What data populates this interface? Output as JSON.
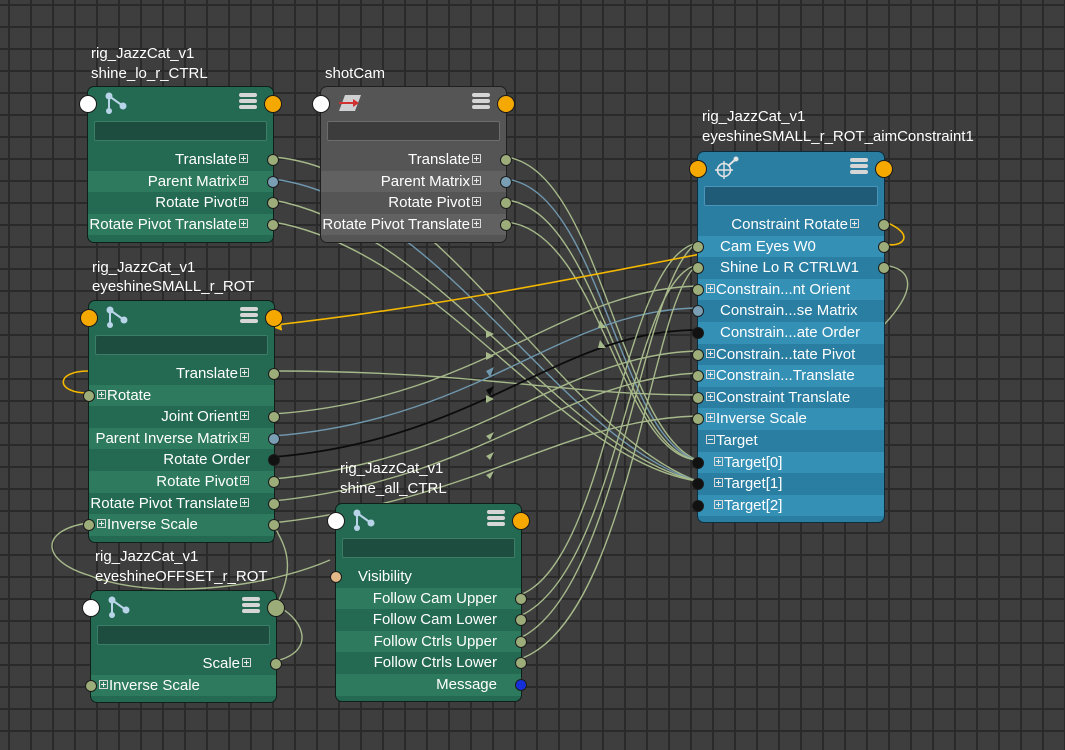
{
  "nodes": {
    "shine_lo": {
      "namespace": "rig_JazzCat_v1",
      "name": "shine_lo_r_CTRL",
      "attrs": [
        "Translate",
        "Parent Matrix",
        "Rotate Pivot",
        "Rotate Pivot Translate"
      ]
    },
    "shotcam": {
      "name": "shotCam",
      "attrs": [
        "Translate",
        "Parent Matrix",
        "Rotate Pivot",
        "Rotate Pivot Translate"
      ]
    },
    "aim": {
      "namespace": "rig_JazzCat_v1",
      "name": "eyeshineSMALL_r_ROT_aimConstraint1",
      "attrs": [
        "Constraint Rotate",
        "Cam Eyes W0",
        "Shine Lo R CTRLW1",
        "Constrain...nt Orient",
        "Constrain...se Matrix",
        "Constrain...ate Order",
        "Constrain...tate Pivot",
        "Constrain...Translate",
        "Constraint Translate",
        "Inverse Scale",
        "Target",
        "Target[0]",
        "Target[1]",
        "Target[2]"
      ]
    },
    "eyeshine": {
      "namespace": "rig_JazzCat_v1",
      "name": "eyeshineSMALL_r_ROT",
      "attrs": [
        "Translate",
        "Rotate",
        "Joint Orient",
        "Parent Inverse Matrix",
        "Rotate Order",
        "Rotate Pivot",
        "Rotate Pivot Translate",
        "Inverse Scale"
      ]
    },
    "offset": {
      "namespace": "rig_JazzCat_v1",
      "name": "eyeshineOFFSET_r_ROT",
      "attrs": [
        "Scale",
        "Inverse Scale"
      ]
    },
    "shine_all": {
      "namespace": "rig_JazzCat_v1",
      "name": "shine_all_CTRL",
      "attrs": [
        "Visibility",
        "Follow Cam Upper",
        "Follow Cam Lower",
        "Follow Ctrls Upper",
        "Follow Ctrls Lower",
        "Message"
      ]
    }
  },
  "icons": {
    "joint": "joint-icon",
    "camera": "camera-icon",
    "constraint": "aim-constraint-icon",
    "menu": "menu-icon"
  },
  "colors": {
    "node_green": "#246a52",
    "node_gray": "#555555",
    "node_blue": "#2a7ea2",
    "wire_green": "#a6b98a",
    "wire_blue": "#6f97ad",
    "wire_yellow": "#f5b800",
    "wire_black": "#0c0c0c",
    "port_orange": "#f5a800"
  }
}
